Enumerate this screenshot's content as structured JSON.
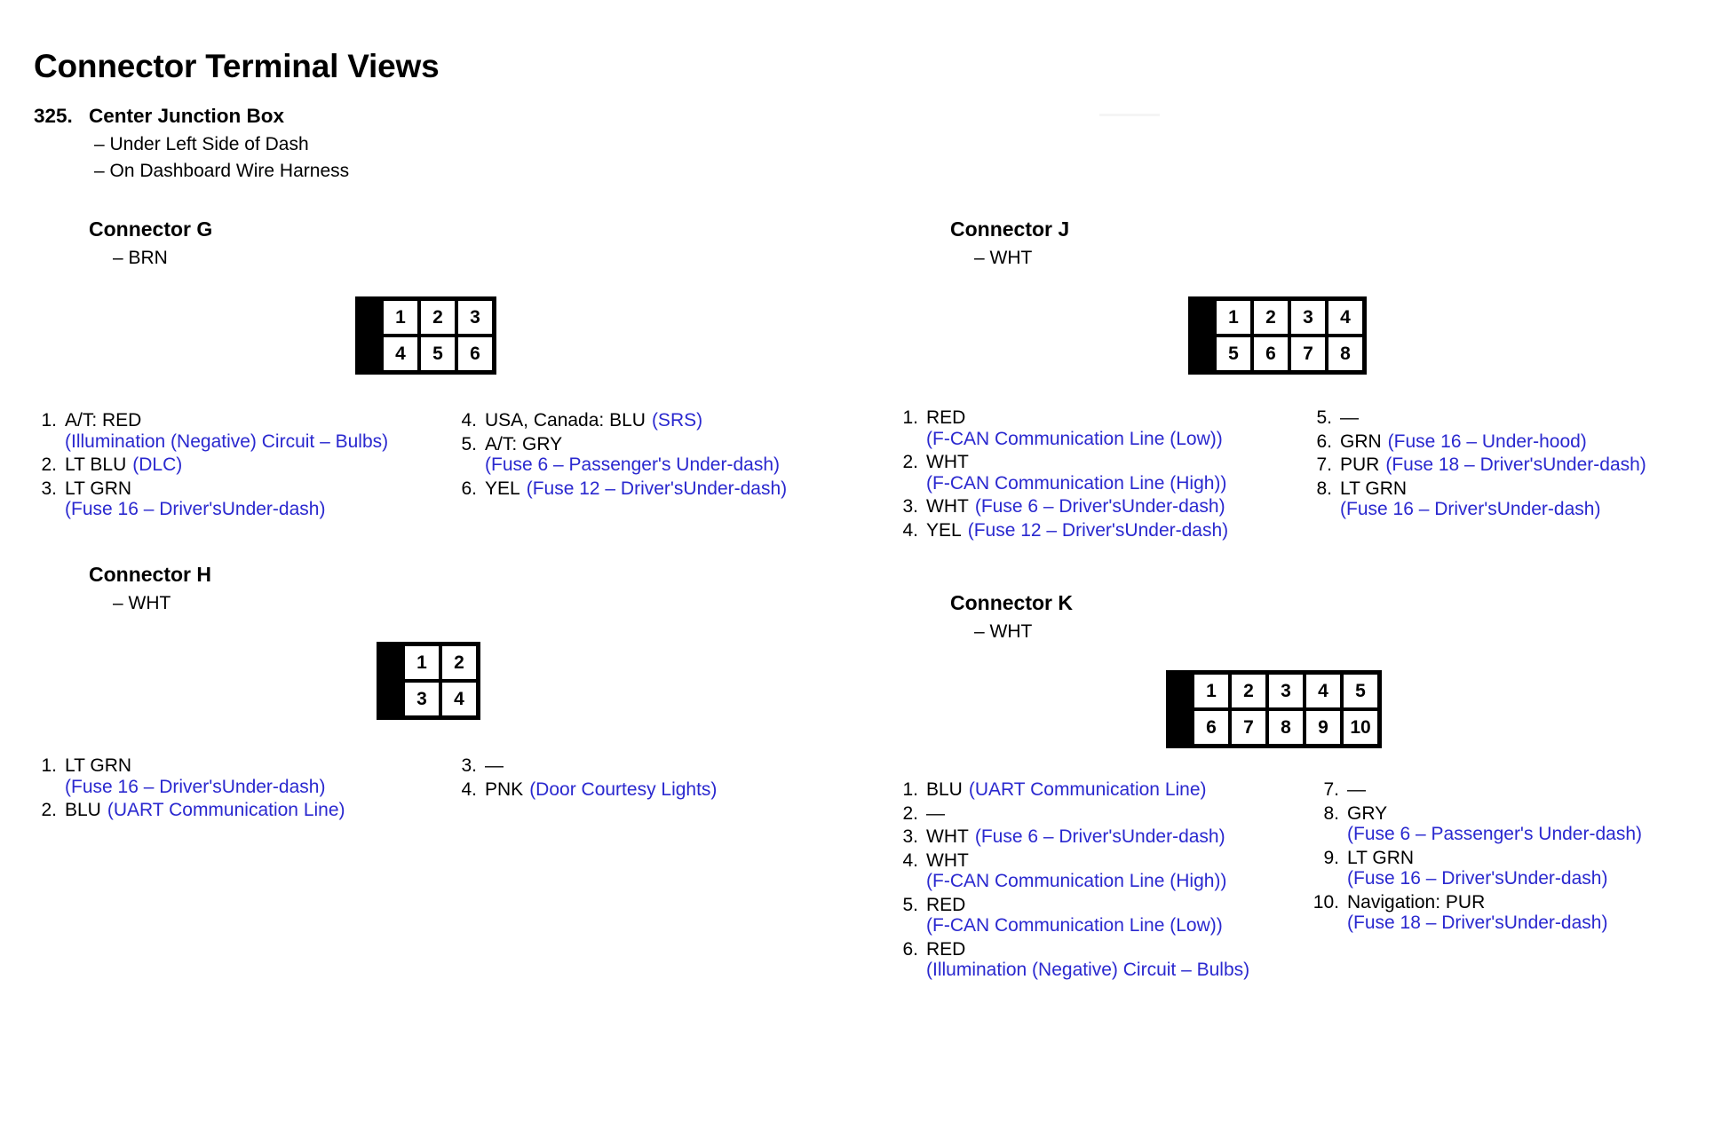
{
  "document": {
    "title": "Connector Terminal Views",
    "section_number": "325.",
    "section_name": "Center Junction Box",
    "section_notes": [
      "– Under Left Side of Dash",
      "– On Dashboard Wire Harness"
    ]
  },
  "colors": {
    "annotation_blue": "#2a28cf",
    "text_black": "#000000",
    "diagram_body": "#000000",
    "pin_cell": "#ffffff"
  },
  "connectors": [
    {
      "id": "g",
      "title": "Connector G",
      "color_label": "– BRN",
      "diagram": {
        "columns": 3,
        "rows": [
          [
            "1",
            "2",
            "3"
          ],
          [
            "4",
            "5",
            "6"
          ]
        ]
      },
      "pins_left": [
        {
          "num": "1.",
          "main": "A/T: RED",
          "note": "(Illumination (Negative) Circuit – Bulbs)",
          "inline": false
        },
        {
          "num": "2.",
          "main": "LT BLU",
          "note": "(DLC)",
          "inline": true
        },
        {
          "num": "3.",
          "main": "LT GRN",
          "note": "(Fuse 16 – Driver'sUnder-dash)",
          "inline": false
        }
      ],
      "pins_right": [
        {
          "num": "4.",
          "main": "USA, Canada: BLU",
          "note": "(SRS)",
          "inline": true
        },
        {
          "num": "5.",
          "main": "A/T: GRY",
          "note": "(Fuse 6 – Passenger's Under-dash)",
          "inline": false
        },
        {
          "num": "6.",
          "main": "YEL",
          "note": "(Fuse 12 – Driver'sUnder-dash)",
          "inline": true
        }
      ]
    },
    {
      "id": "h",
      "title": "Connector H",
      "color_label": "– WHT",
      "diagram": {
        "columns": 2,
        "rows": [
          [
            "1",
            "2"
          ],
          [
            "3",
            "4"
          ]
        ]
      },
      "pins_left": [
        {
          "num": "1.",
          "main": "LT GRN",
          "note": "(Fuse 16 – Driver'sUnder-dash)",
          "inline": false
        },
        {
          "num": "2.",
          "main": "BLU",
          "note": "(UART Communication Line)",
          "inline": true
        }
      ],
      "pins_right": [
        {
          "num": "3.",
          "main": "—",
          "note": "",
          "inline": true
        },
        {
          "num": "4.",
          "main": "PNK",
          "note": "(Door Courtesy Lights)",
          "inline": true
        }
      ]
    },
    {
      "id": "j",
      "title": "Connector J",
      "color_label": "– WHT",
      "diagram": {
        "columns": 4,
        "rows": [
          [
            "1",
            "2",
            "3",
            "4"
          ],
          [
            "5",
            "6",
            "7",
            "8"
          ]
        ]
      },
      "pins_left": [
        {
          "num": "1.",
          "main": "RED",
          "note": "(F-CAN Communication Line (Low))",
          "inline": false
        },
        {
          "num": "2.",
          "main": "WHT",
          "note": "(F-CAN Communication Line (High))",
          "inline": false
        },
        {
          "num": "3.",
          "main": "WHT",
          "note": "(Fuse 6 – Driver'sUnder-dash)",
          "inline": true
        },
        {
          "num": "4.",
          "main": "YEL",
          "note": "(Fuse 12 – Driver'sUnder-dash)",
          "inline": true
        }
      ],
      "pins_right": [
        {
          "num": "5.",
          "main": "—",
          "note": "",
          "inline": true
        },
        {
          "num": "6.",
          "main": "GRN",
          "note": "(Fuse 16 – Under-hood)",
          "inline": true
        },
        {
          "num": "7.",
          "main": "PUR",
          "note": "(Fuse 18 – Driver'sUnder-dash)",
          "inline": true
        },
        {
          "num": "8.",
          "main": "LT GRN",
          "note": "(Fuse 16 – Driver'sUnder-dash)",
          "inline": false
        }
      ]
    },
    {
      "id": "k",
      "title": "Connector K",
      "color_label": "– WHT",
      "diagram": {
        "columns": 5,
        "rows": [
          [
            "1",
            "2",
            "3",
            "4",
            "5"
          ],
          [
            "6",
            "7",
            "8",
            "9",
            "10"
          ]
        ]
      },
      "pins_left": [
        {
          "num": "1.",
          "main": "BLU",
          "note": "(UART Communication Line)",
          "inline": true
        },
        {
          "num": "2.",
          "main": "—",
          "note": "",
          "inline": true
        },
        {
          "num": "3.",
          "main": "WHT",
          "note": "(Fuse 6 – Driver'sUnder-dash)",
          "inline": true
        },
        {
          "num": "4.",
          "main": "WHT",
          "note": "(F-CAN Communication Line (High))",
          "inline": false
        },
        {
          "num": "5.",
          "main": "RED",
          "note": "(F-CAN Communication Line (Low))",
          "inline": false
        },
        {
          "num": "6.",
          "main": "RED",
          "note": "(Illumination (Negative) Circuit – Bulbs)",
          "inline": false
        }
      ],
      "pins_right": [
        {
          "num": "7.",
          "main": "—",
          "note": "",
          "inline": true
        },
        {
          "num": "8.",
          "main": "GRY",
          "note": "(Fuse 6 – Passenger's Under-dash)",
          "inline": false
        },
        {
          "num": "9.",
          "main": "LT GRN",
          "note": "(Fuse 16 – Driver'sUnder-dash)",
          "inline": false
        },
        {
          "num": "10.",
          "main": "Navigation: PUR",
          "note": "(Fuse 18 – Driver'sUnder-dash)",
          "inline": false
        }
      ]
    }
  ]
}
